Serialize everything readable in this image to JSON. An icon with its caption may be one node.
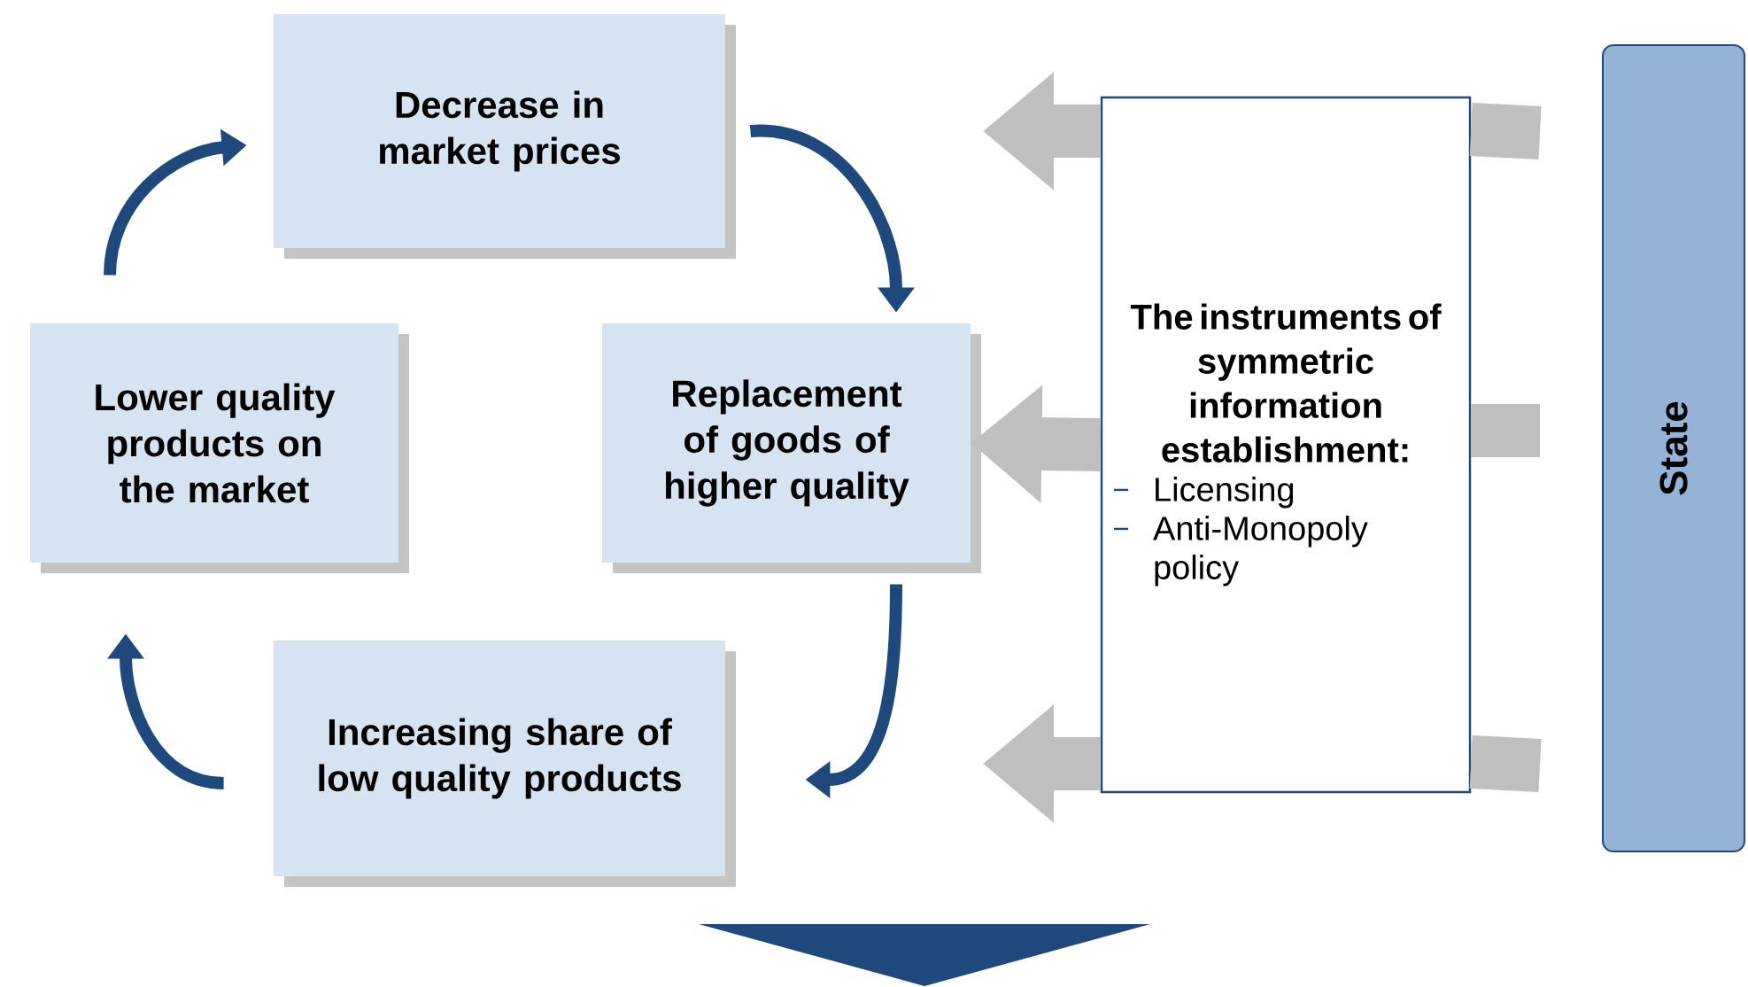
{
  "diagram": {
    "nodes": [
      {
        "text": [
          "Decrease in market prices"
        ]
      },
      {
        "text": [
          "Replacement of goods of higher quality"
        ]
      },
      {
        "text": [
          "Increasing share of low quality products"
        ]
      },
      {
        "text": [
          "Lower quality products on the market"
        ]
      },
      {
        "text": [
          "The instruments of symmetric information establishment:",
          "Licensing",
          "Anti-Monopoly policy"
        ]
      },
      {
        "text": [
          "State"
        ]
      },
      {
        "text": [],
        "shape": "triangle"
      }
    ],
    "edges": [
      {
        "from": 3,
        "to": 0,
        "arrow": "to",
        "color": "#1f497d"
      },
      {
        "from": 0,
        "to": 1,
        "arrow": "to",
        "color": "#1f497d"
      },
      {
        "from": 1,
        "to": 2,
        "arrow": "to",
        "color": "#1f497d"
      },
      {
        "from": 2,
        "to": 3,
        "arrow": "to",
        "color": "#1f497d"
      },
      {
        "from": 5,
        "to": 4,
        "arrow": "none",
        "color": "#bfbfbf"
      },
      {
        "from": 5,
        "to": 4,
        "arrow": "none",
        "color": "#bfbfbf"
      },
      {
        "from": 5,
        "to": 4,
        "arrow": "none",
        "color": "#bfbfbf"
      },
      {
        "from": 4,
        "to": null,
        "arrow": "to",
        "color": "#bfbfbf"
      },
      {
        "from": 4,
        "to": 1,
        "arrow": "to",
        "color": "#bfbfbf"
      },
      {
        "from": 4,
        "to": null,
        "arrow": "to",
        "color": "#bfbfbf"
      }
    ]
  }
}
